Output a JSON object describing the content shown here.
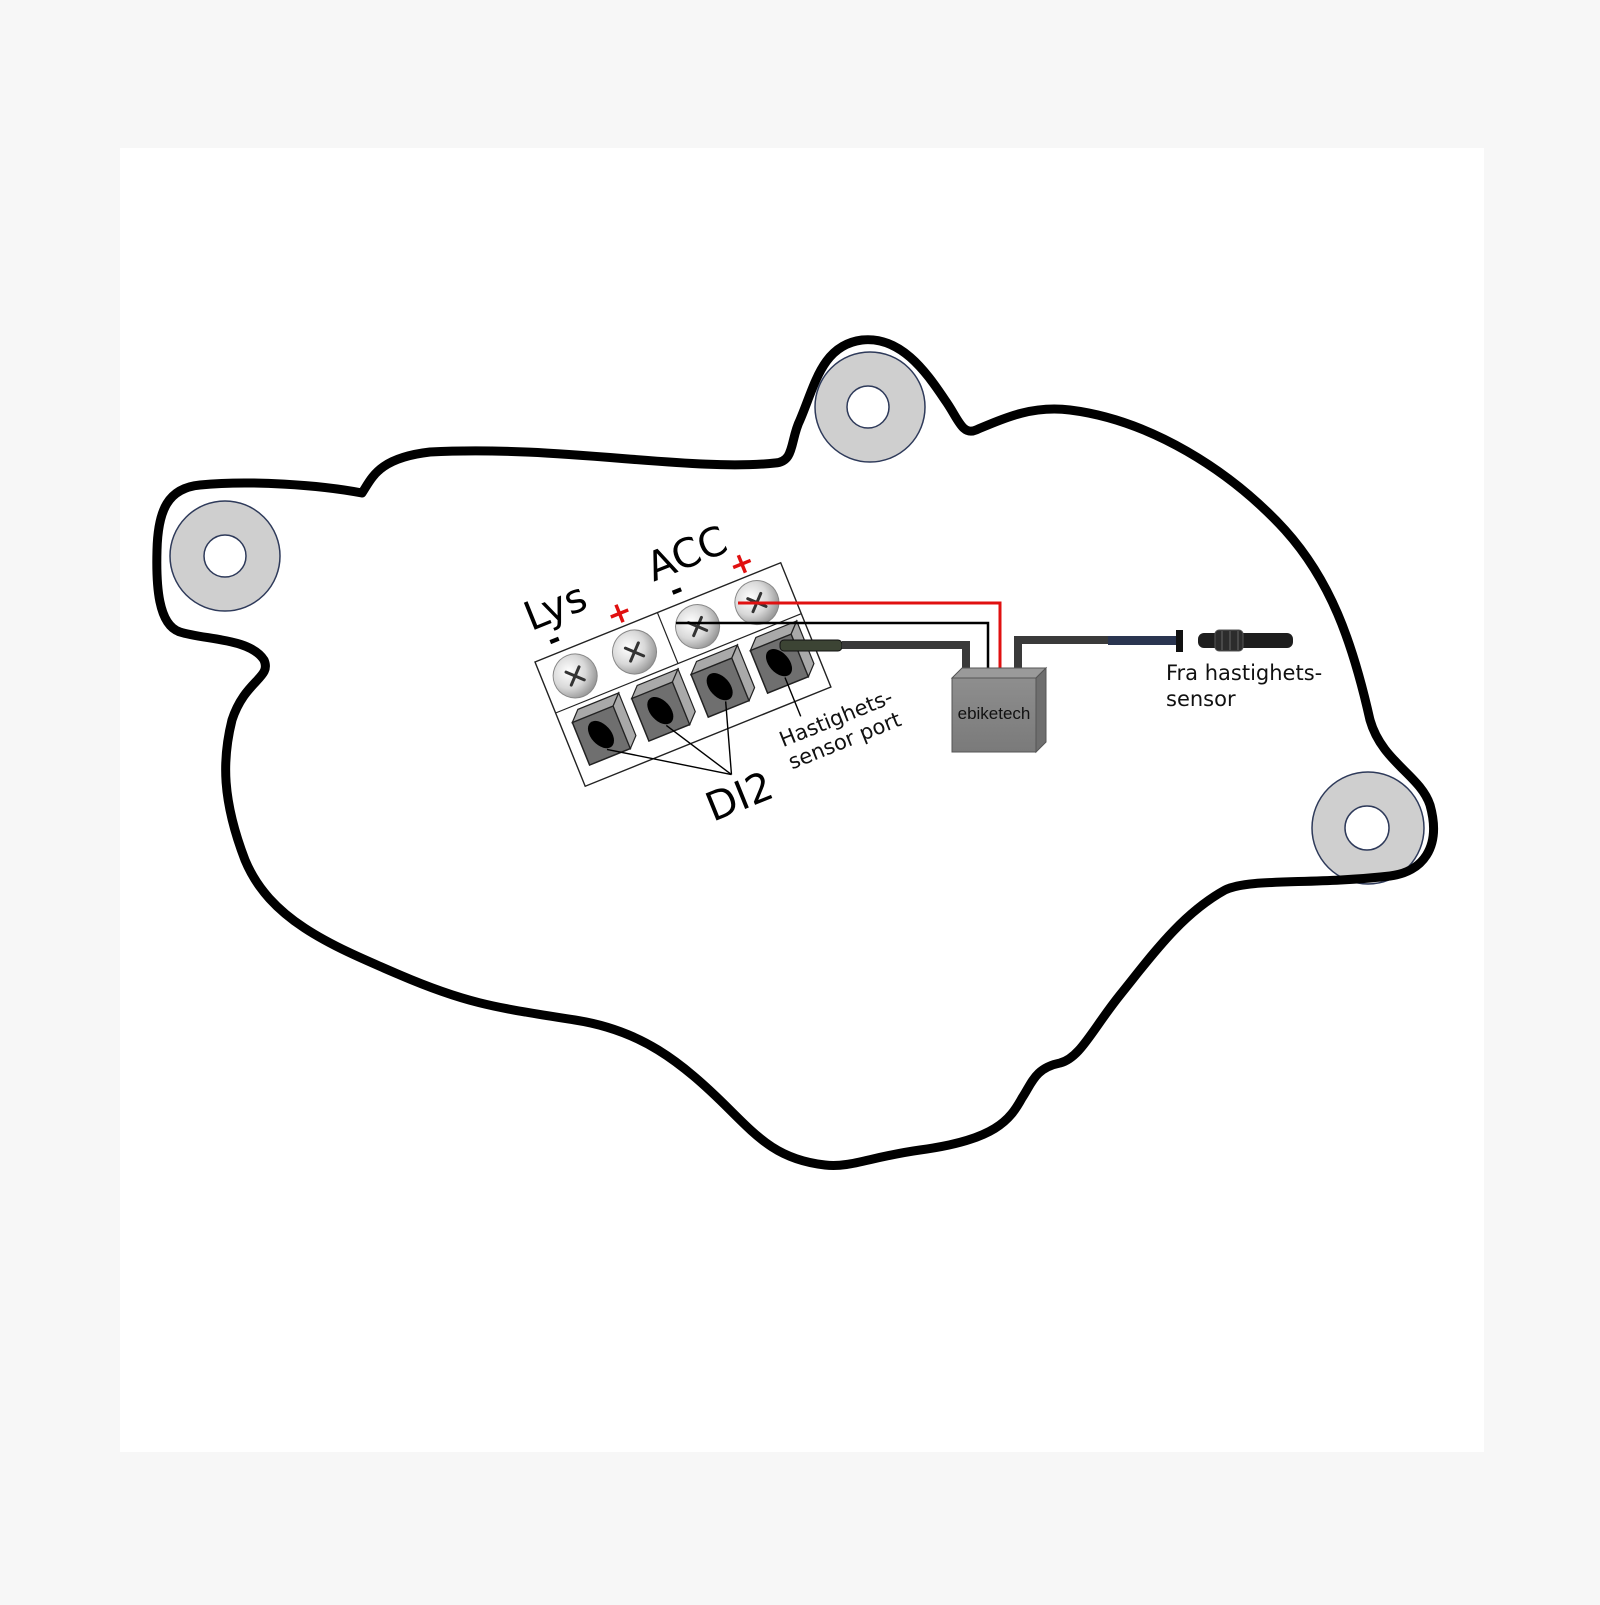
{
  "labels": {
    "lys": "Lys",
    "acc": "ACC",
    "minus": "-",
    "plus": "+",
    "di2": "DI2",
    "sensor_port_line1": "Hastighets-",
    "sensor_port_line2": "sensor port",
    "from_sensor_line1": "Fra hastighets-",
    "from_sensor_line2": "sensor",
    "module": "ebiketech"
  },
  "colors": {
    "positive": "#e01010",
    "negative": "#000000",
    "cable": "#3a3a3a",
    "module": "#8a8a8a",
    "lug": "#cfcfcf"
  },
  "icons": {
    "mounting_lug": "mounting-lug-icon",
    "screw_terminal": "screw-terminal-icon",
    "port": "port-socket-icon",
    "connector": "connector-plug-icon"
  }
}
